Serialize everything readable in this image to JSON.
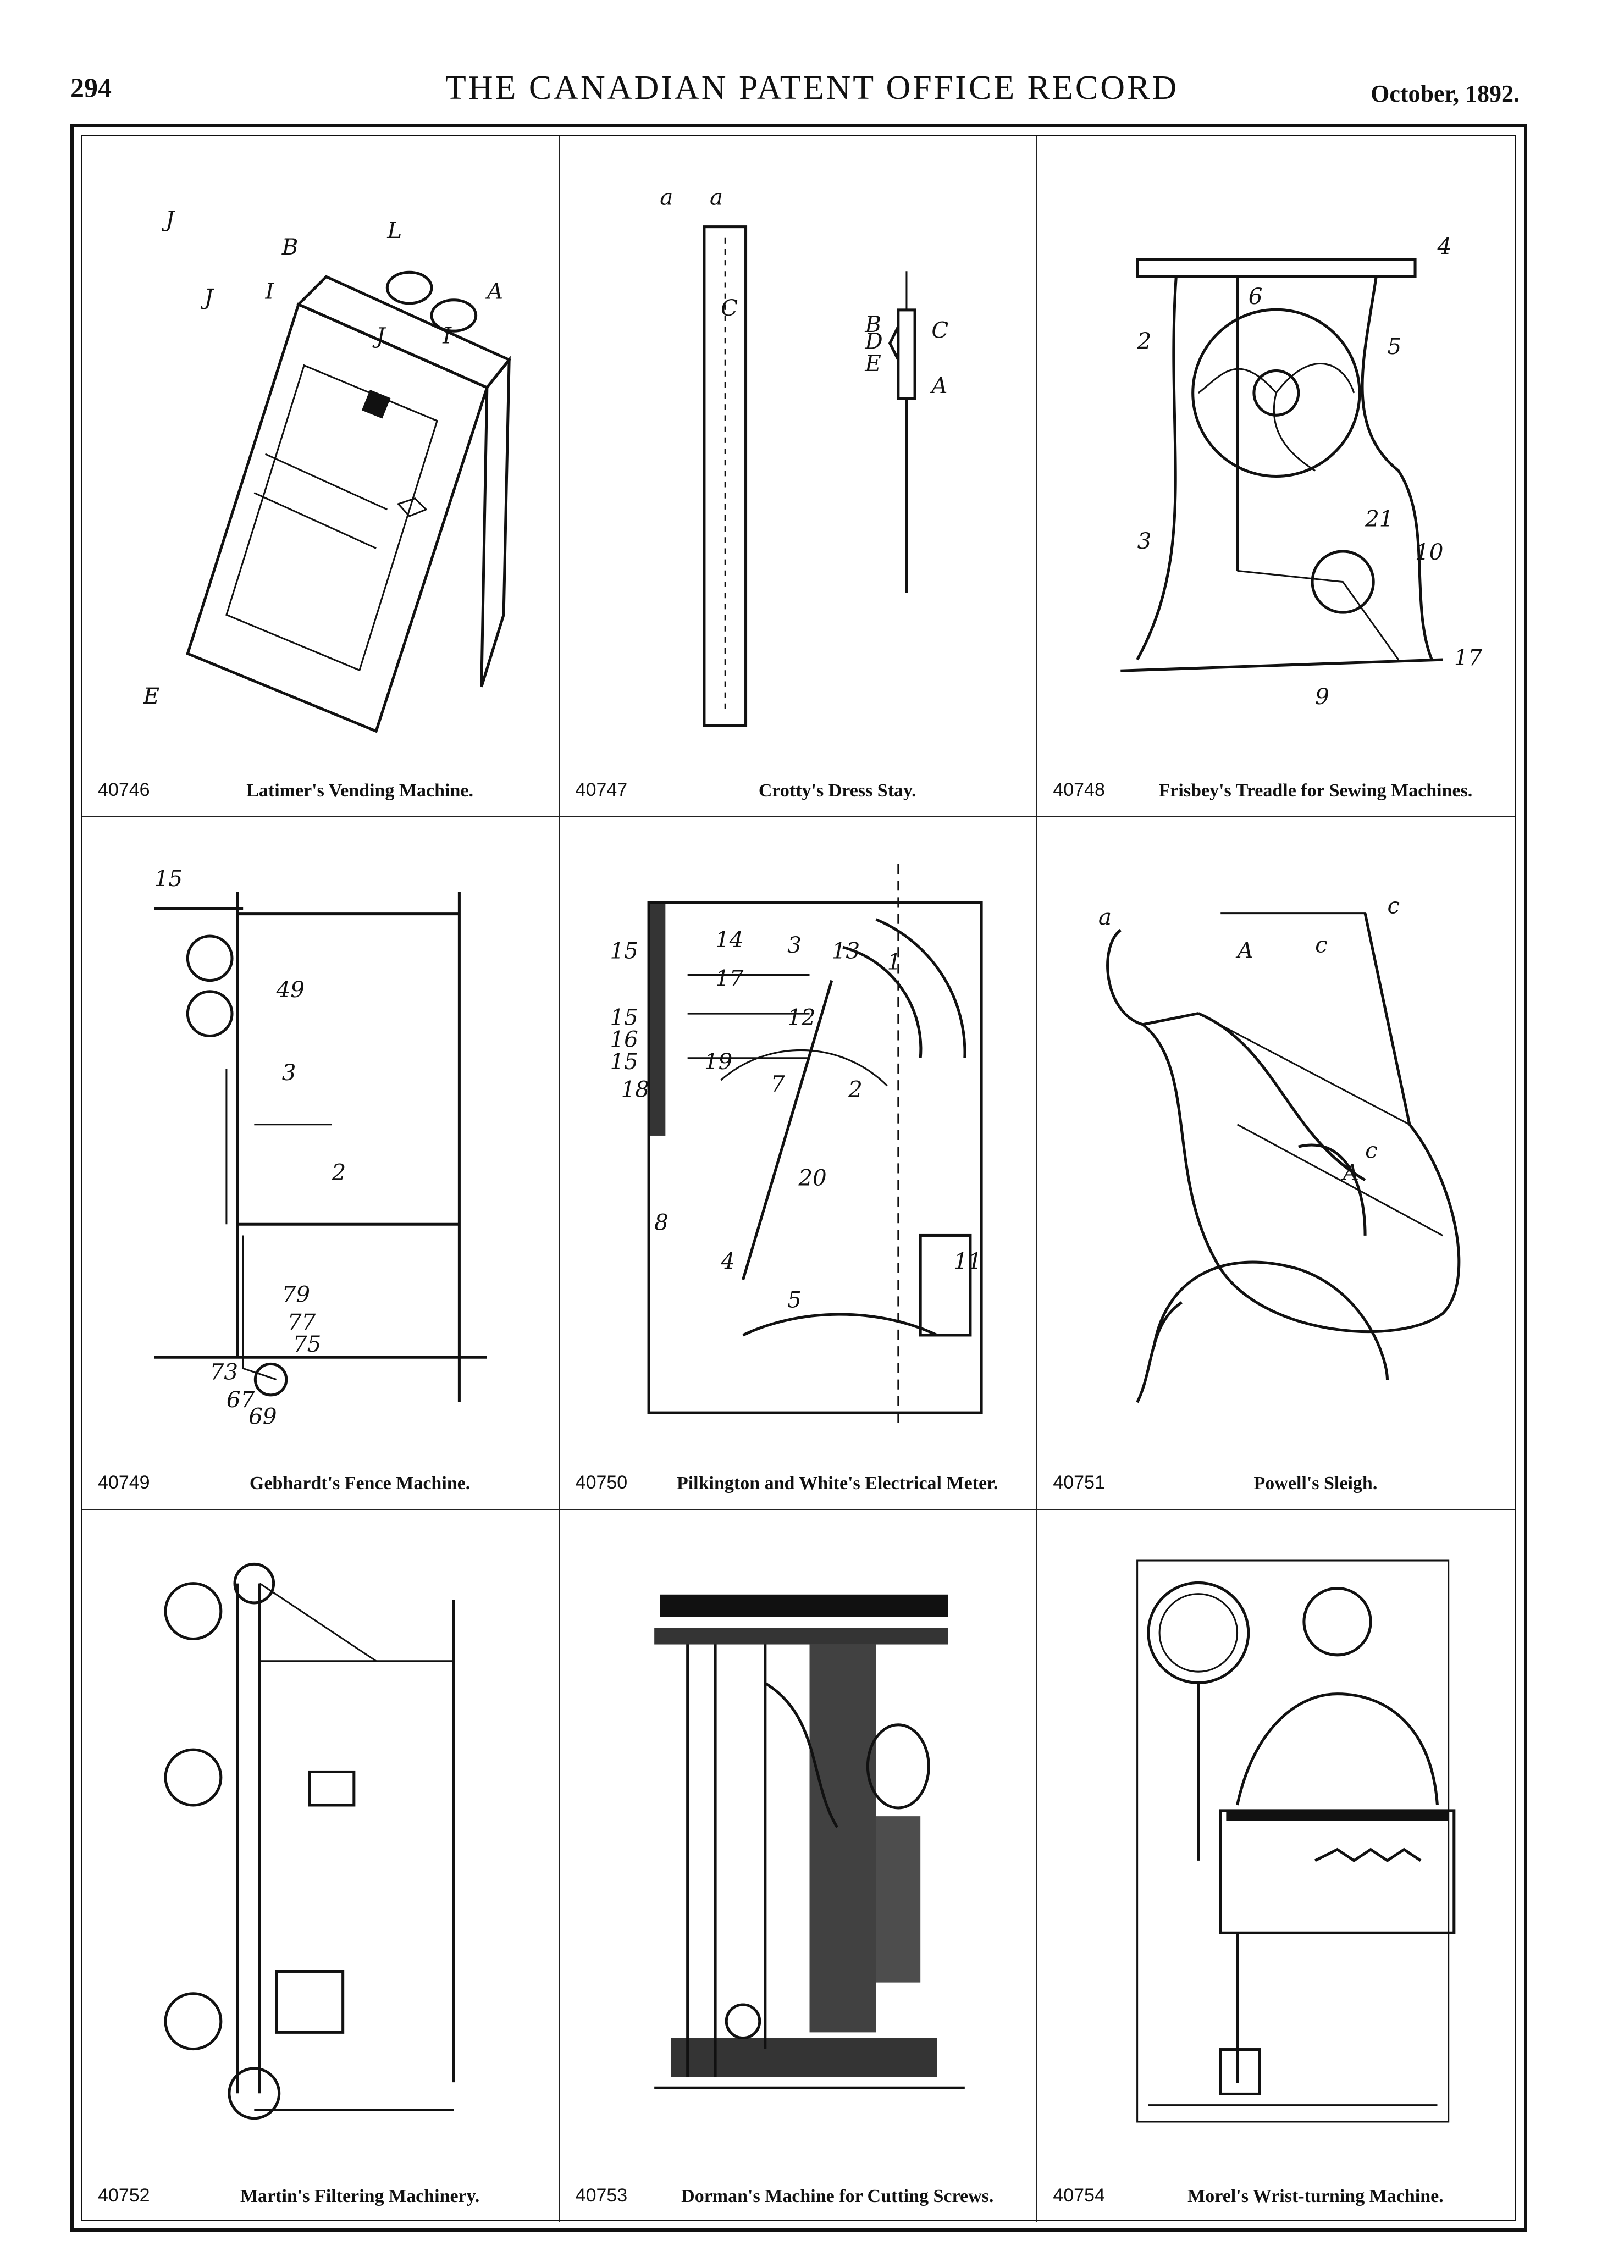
{
  "header": {
    "page_number": "294",
    "journal_title": "THE CANADIAN PATENT OFFICE RECORD",
    "issue_date": "October, 1892."
  },
  "patents": [
    {
      "number": "40746",
      "title": "Latimer's Vending Machine.",
      "figure_labels": [
        "J",
        "J",
        "B",
        "L",
        "I",
        "J",
        "I",
        "A",
        "E"
      ]
    },
    {
      "number": "40747",
      "title": "Crotty's Dress Stay.",
      "figure_labels": [
        "a",
        "a",
        "C",
        "B",
        "D",
        "E",
        "C",
        "A"
      ]
    },
    {
      "number": "40748",
      "title": "Frisbey's Treadle for Sewing Machines.",
      "figure_labels": [
        "4",
        "2",
        "6",
        "3",
        "5",
        "21",
        "10",
        "17",
        "9"
      ]
    },
    {
      "number": "40749",
      "title": "Gebhardt's Fence Machine.",
      "figure_labels": [
        "15",
        "49",
        "3",
        "2",
        "79",
        "77",
        "75",
        "73",
        "67",
        "69"
      ]
    },
    {
      "number": "40750",
      "title": "Pilkington and White's Electrical Meter.",
      "figure_labels": [
        "15",
        "14",
        "3",
        "13",
        "1",
        "17",
        "12",
        "15",
        "16",
        "15",
        "19",
        "18",
        "2",
        "7",
        "20",
        "8",
        "4",
        "5",
        "11"
      ]
    },
    {
      "number": "40751",
      "title": "Powell's Sleigh.",
      "figure_labels": [
        "a",
        "A",
        "c",
        "c",
        "A",
        "c"
      ]
    },
    {
      "number": "40752",
      "title": "Martin's Filtering Machinery.",
      "figure_labels": []
    },
    {
      "number": "40753",
      "title": "Dorman's Machine for Cutting Screws.",
      "figure_labels": []
    },
    {
      "number": "40754",
      "title": "Morel's Wrist-turning Machine.",
      "figure_labels": []
    }
  ]
}
